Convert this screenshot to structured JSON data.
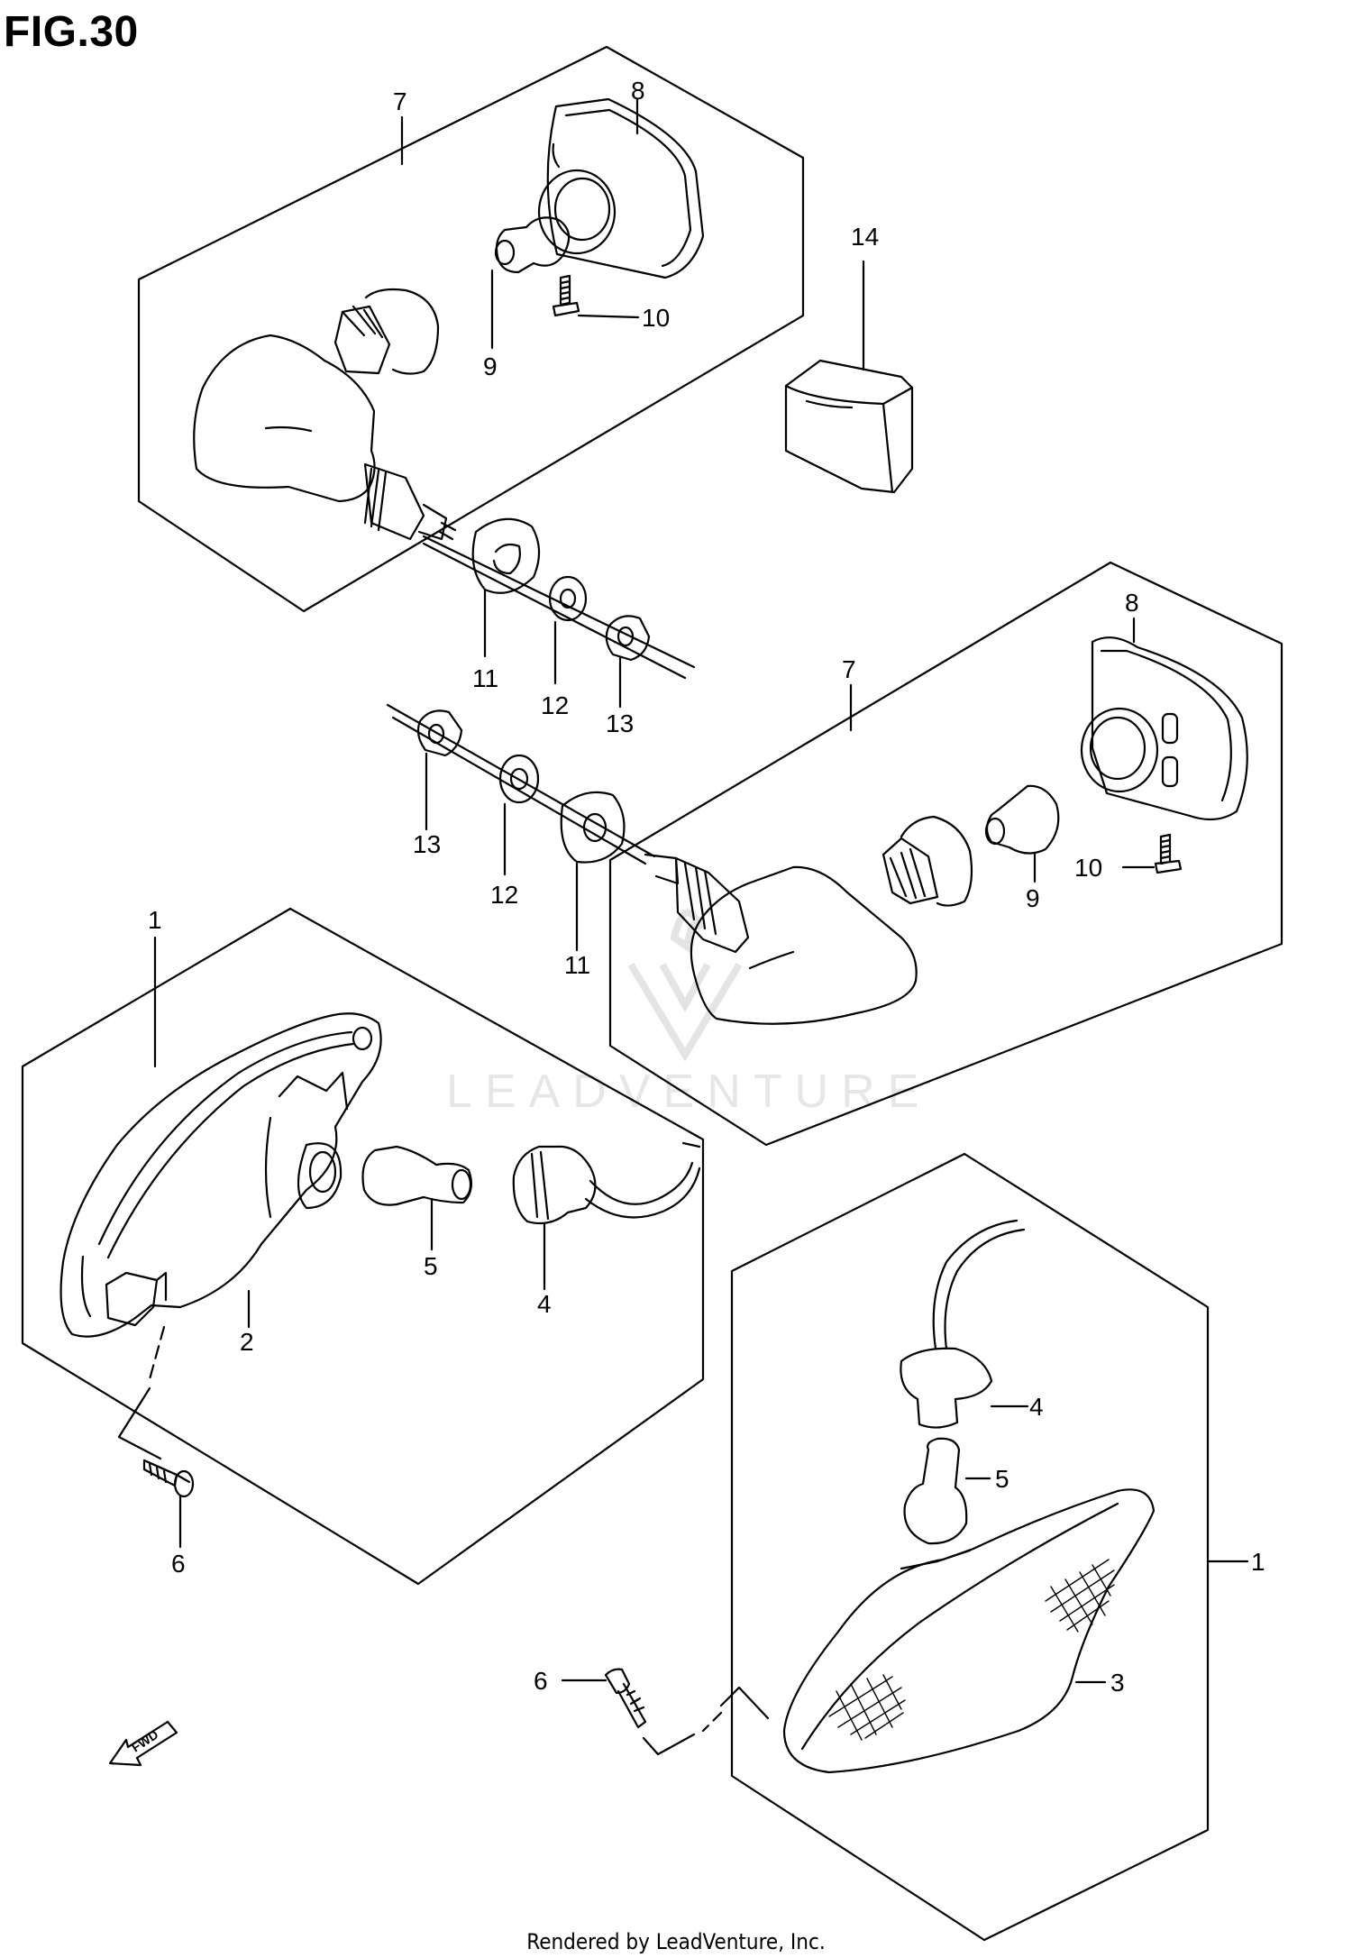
{
  "figure": {
    "title": "FIG.30",
    "footer": "Rendered by LeadVenture, Inc.",
    "watermark": "LEADVENTURE",
    "fwd_label": "FWD"
  },
  "callouts": {
    "c1a": "1",
    "c1b": "1",
    "c2": "2",
    "c3": "3",
    "c4a": "4",
    "c4b": "4",
    "c5a": "5",
    "c5b": "5",
    "c6a": "6",
    "c6b": "6",
    "c7a": "7",
    "c7b": "7",
    "c8a": "8",
    "c8b": "8",
    "c9a": "9",
    "c9b": "9",
    "c10a": "10",
    "c10b": "10",
    "c11a": "11",
    "c11b": "11",
    "c12a": "12",
    "c12b": "12",
    "c13a": "13",
    "c13b": "13",
    "c14": "14"
  },
  "colors": {
    "line": "#000000",
    "watermark": "#e6e6e6",
    "background": "#ffffff"
  }
}
